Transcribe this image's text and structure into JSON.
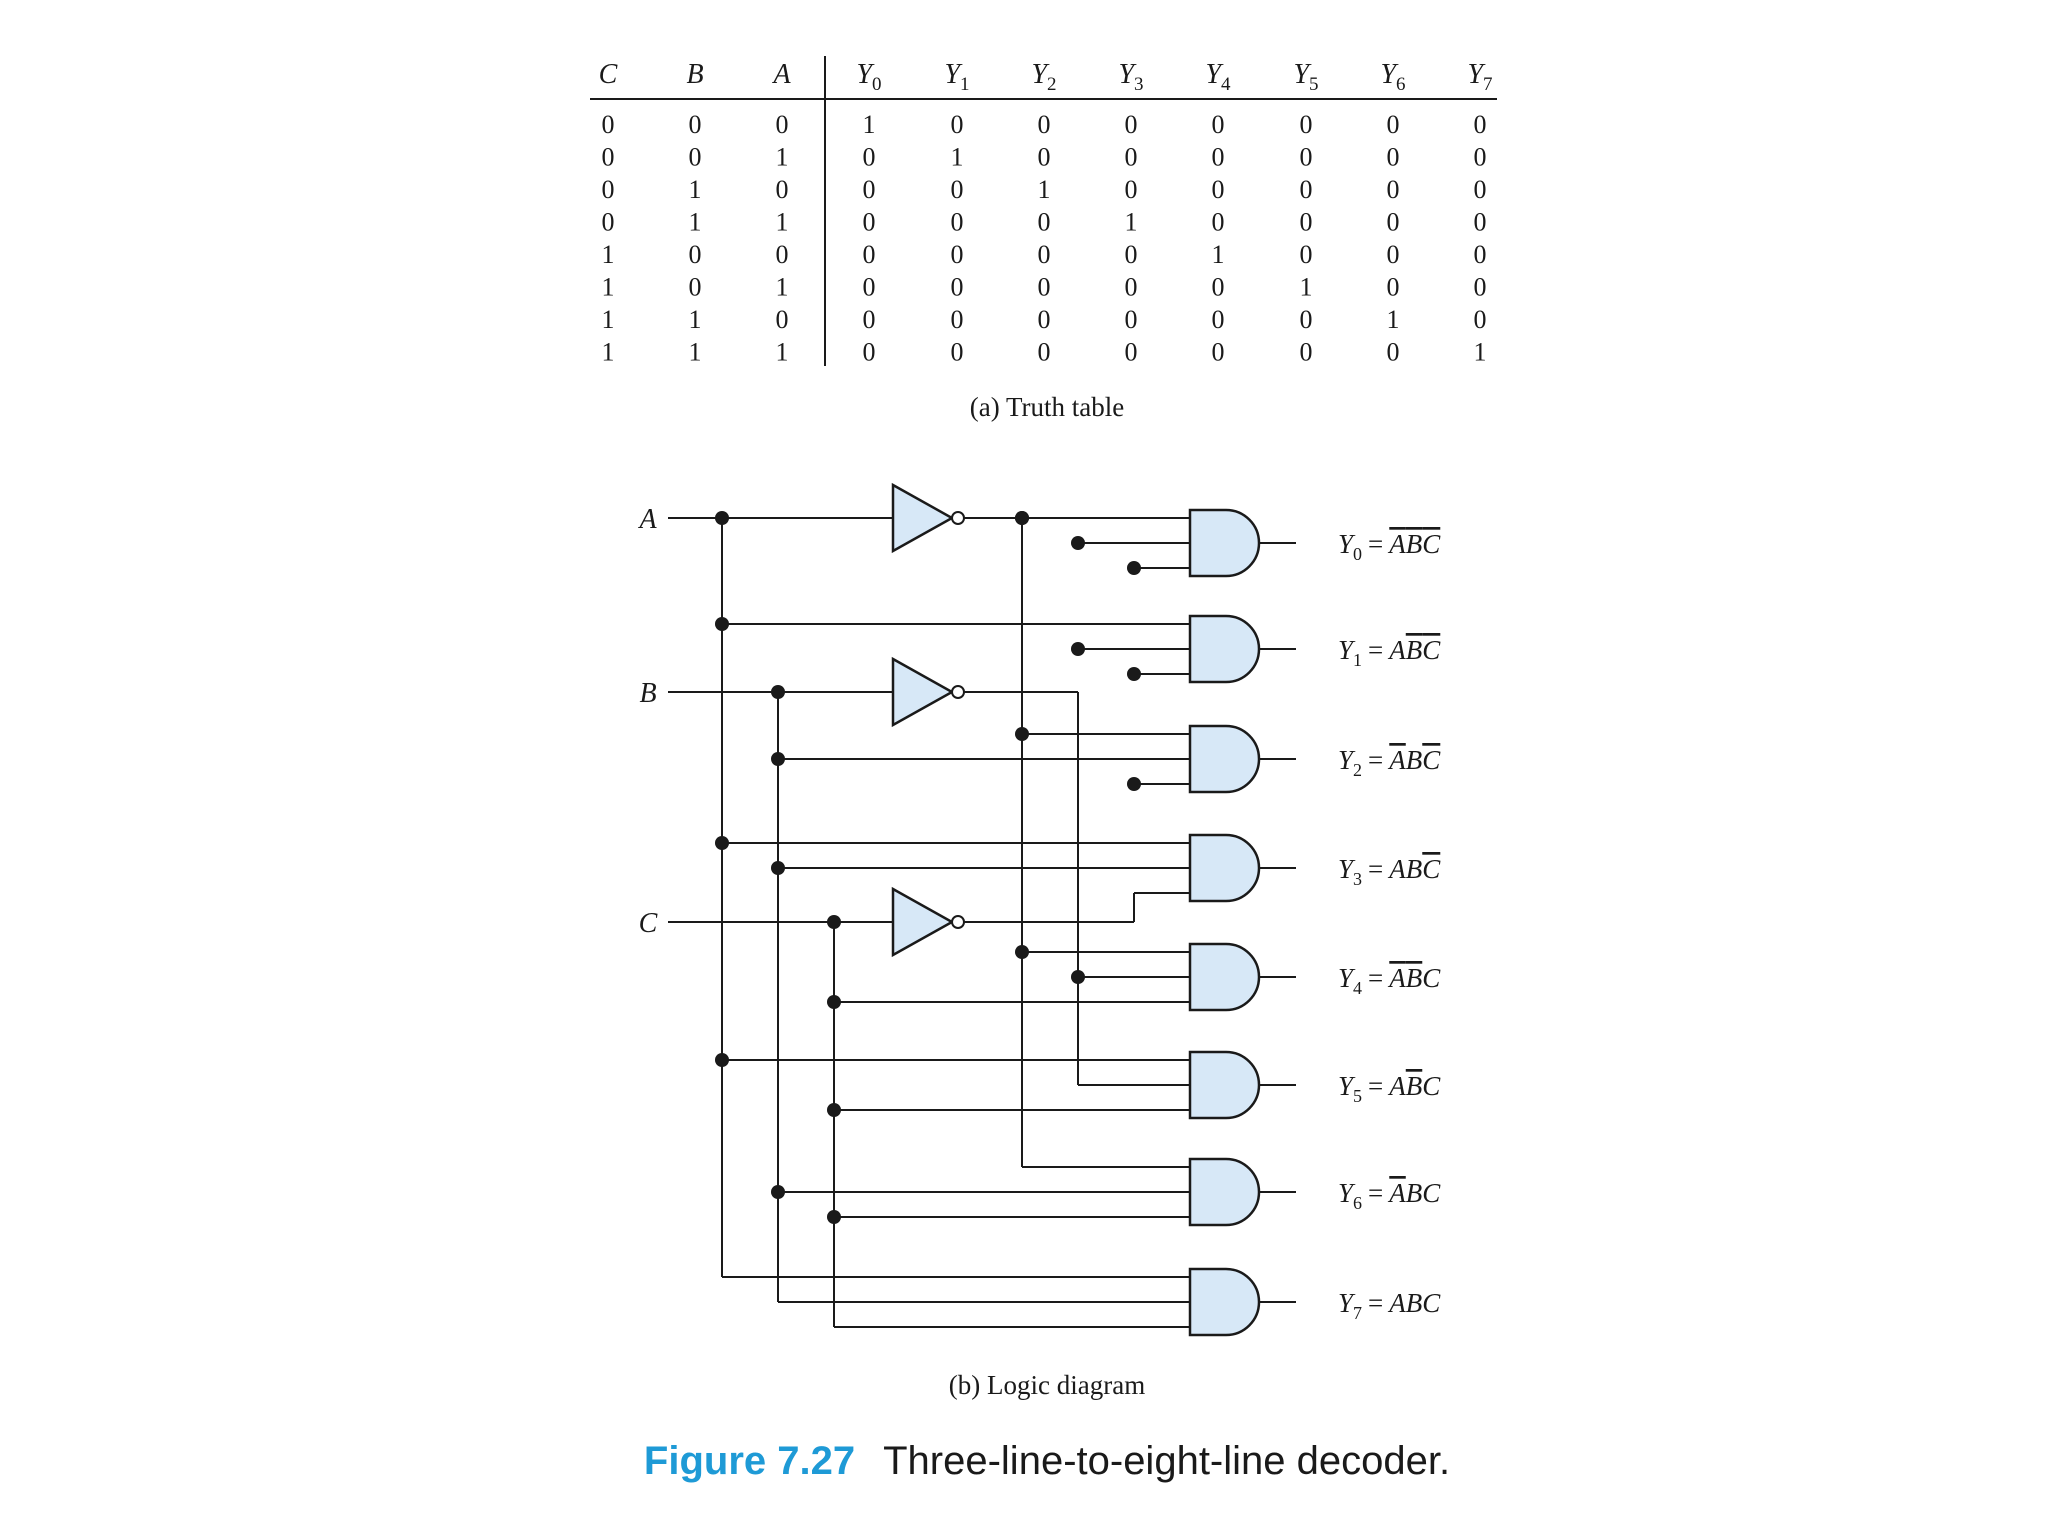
{
  "truth_table": {
    "headers": [
      {
        "base": "C",
        "sub": ""
      },
      {
        "base": "B",
        "sub": ""
      },
      {
        "base": "A",
        "sub": ""
      },
      {
        "base": "Y",
        "sub": "0"
      },
      {
        "base": "Y",
        "sub": "1"
      },
      {
        "base": "Y",
        "sub": "2"
      },
      {
        "base": "Y",
        "sub": "3"
      },
      {
        "base": "Y",
        "sub": "4"
      },
      {
        "base": "Y",
        "sub": "5"
      },
      {
        "base": "Y",
        "sub": "6"
      },
      {
        "base": "Y",
        "sub": "7"
      }
    ],
    "rows": [
      [
        "0",
        "0",
        "0",
        "1",
        "0",
        "0",
        "0",
        "0",
        "0",
        "0",
        "0"
      ],
      [
        "0",
        "0",
        "1",
        "0",
        "1",
        "0",
        "0",
        "0",
        "0",
        "0",
        "0"
      ],
      [
        "0",
        "1",
        "0",
        "0",
        "0",
        "1",
        "0",
        "0",
        "0",
        "0",
        "0"
      ],
      [
        "0",
        "1",
        "1",
        "0",
        "0",
        "0",
        "1",
        "0",
        "0",
        "0",
        "0"
      ],
      [
        "1",
        "0",
        "0",
        "0",
        "0",
        "0",
        "0",
        "1",
        "0",
        "0",
        "0"
      ],
      [
        "1",
        "0",
        "1",
        "0",
        "0",
        "0",
        "0",
        "0",
        "1",
        "0",
        "0"
      ],
      [
        "1",
        "1",
        "0",
        "0",
        "0",
        "0",
        "0",
        "0",
        "0",
        "1",
        "0"
      ],
      [
        "1",
        "1",
        "1",
        "0",
        "0",
        "0",
        "0",
        "0",
        "0",
        "0",
        "1"
      ]
    ],
    "caption": "(a) Truth table"
  },
  "logic_diagram": {
    "inputs": [
      "A",
      "B",
      "C"
    ],
    "outputs": [
      {
        "lhs": "Y",
        "sub": "0",
        "eq": "=",
        "terms": [
          {
            "v": "A",
            "bar": true
          },
          {
            "v": "B",
            "bar": true
          },
          {
            "v": "C",
            "bar": true
          }
        ]
      },
      {
        "lhs": "Y",
        "sub": "1",
        "eq": "=",
        "terms": [
          {
            "v": "A",
            "bar": false
          },
          {
            "v": "B",
            "bar": true
          },
          {
            "v": "C",
            "bar": true
          }
        ]
      },
      {
        "lhs": "Y",
        "sub": "2",
        "eq": "=",
        "terms": [
          {
            "v": "A",
            "bar": true
          },
          {
            "v": "B",
            "bar": false
          },
          {
            "v": "C",
            "bar": true
          }
        ]
      },
      {
        "lhs": "Y",
        "sub": "3",
        "eq": "=",
        "terms": [
          {
            "v": "A",
            "bar": false
          },
          {
            "v": "B",
            "bar": false
          },
          {
            "v": "C",
            "bar": true
          }
        ]
      },
      {
        "lhs": "Y",
        "sub": "4",
        "eq": "=",
        "terms": [
          {
            "v": "A",
            "bar": true
          },
          {
            "v": "B",
            "bar": true
          },
          {
            "v": "C",
            "bar": false
          }
        ]
      },
      {
        "lhs": "Y",
        "sub": "5",
        "eq": "=",
        "terms": [
          {
            "v": "A",
            "bar": false
          },
          {
            "v": "B",
            "bar": true
          },
          {
            "v": "C",
            "bar": false
          }
        ]
      },
      {
        "lhs": "Y",
        "sub": "6",
        "eq": "=",
        "terms": [
          {
            "v": "A",
            "bar": true
          },
          {
            "v": "B",
            "bar": false
          },
          {
            "v": "C",
            "bar": false
          }
        ]
      },
      {
        "lhs": "Y",
        "sub": "7",
        "eq": "=",
        "terms": [
          {
            "v": "A",
            "bar": false
          },
          {
            "v": "B",
            "bar": false
          },
          {
            "v": "C",
            "bar": false
          }
        ]
      }
    ],
    "caption": "(b) Logic diagram"
  },
  "figure": {
    "number": "Figure 7.27",
    "title": "Three-line-to-eight-line decoder."
  },
  "colors": {
    "ink": "#1a1a1a",
    "gate_fill": "#d7e8f7",
    "caption_accent": "#1e9ad6"
  }
}
